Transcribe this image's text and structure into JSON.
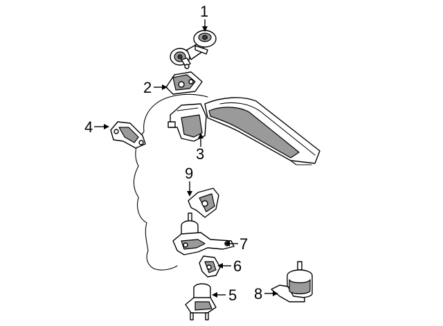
{
  "diagram": {
    "callouts": [
      {
        "id": "1",
        "label": "1"
      },
      {
        "id": "2",
        "label": "2"
      },
      {
        "id": "3",
        "label": "3"
      },
      {
        "id": "4",
        "label": "4"
      },
      {
        "id": "5",
        "label": "5"
      },
      {
        "id": "6",
        "label": "6"
      },
      {
        "id": "7",
        "label": "7"
      },
      {
        "id": "8",
        "label": "8"
      },
      {
        "id": "9",
        "label": "9"
      }
    ],
    "colors": {
      "line": "#000000",
      "background": "#ffffff",
      "shade": "#9a9a9a"
    }
  }
}
